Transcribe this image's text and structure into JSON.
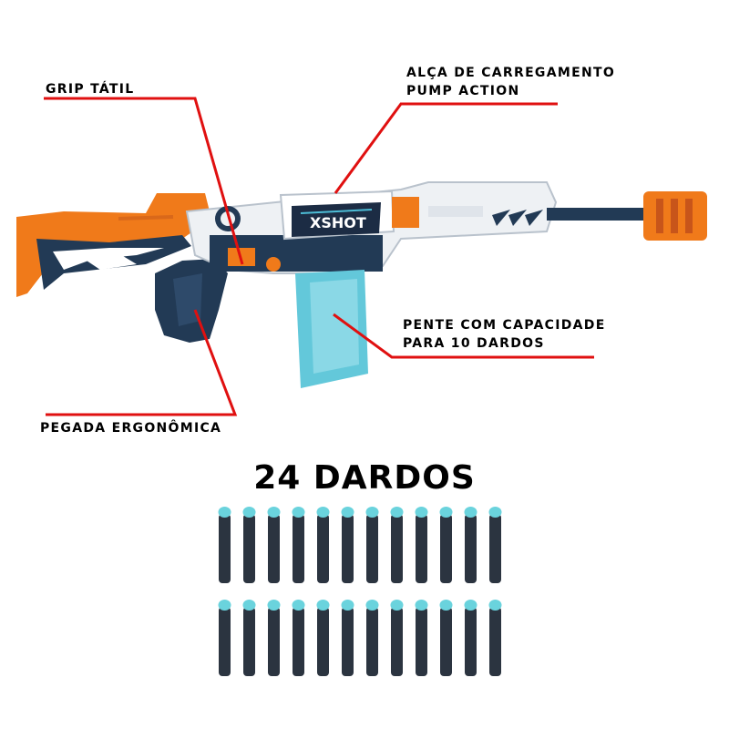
{
  "product": {
    "brand_logo": "XSHOT"
  },
  "callouts": {
    "grip": "GRIP TÁTIL",
    "pump_line1": "ALÇA DE CARREGAMENTO",
    "pump_line2": "PUMP ACTION",
    "magazine_line1": "PENTE COM CAPACIDADE",
    "magazine_line2": "PARA 10 DARDOS",
    "handle": "PEGADA ERGONÔMICA"
  },
  "darts": {
    "title": "24 DARDOS",
    "rows": 2,
    "per_row": 12
  },
  "colors": {
    "callout_line": "#e01010",
    "orange": "#f07a1a",
    "navy": "#233a56",
    "white_body": "#eef1f4",
    "magazine": "#63c8da",
    "dart_body": "#2b3440",
    "dart_tip": "#6ad3dd"
  }
}
